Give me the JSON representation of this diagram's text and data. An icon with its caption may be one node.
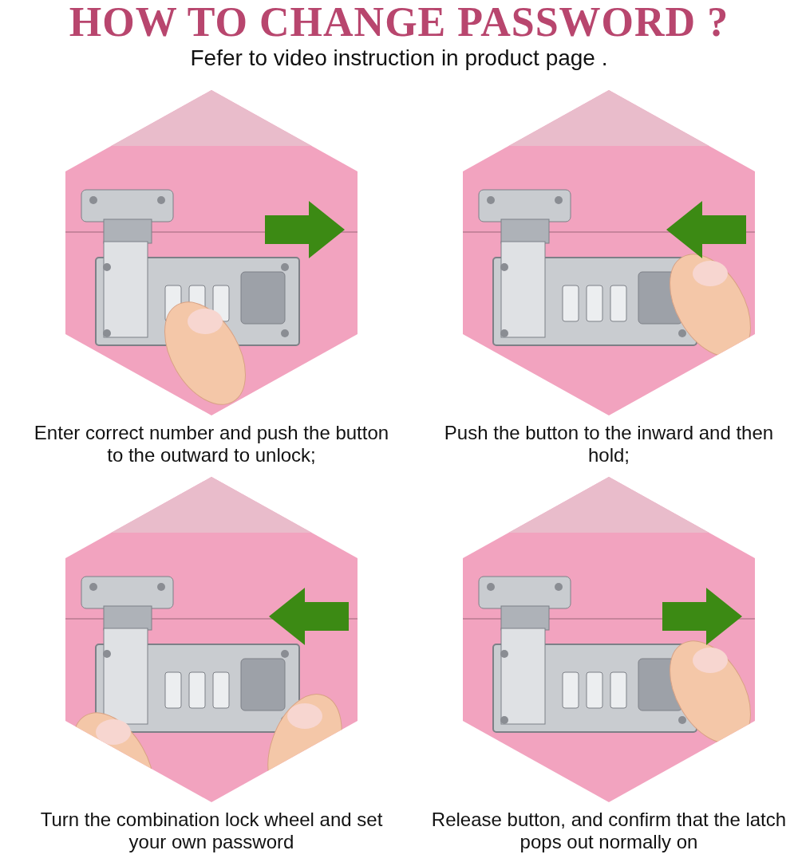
{
  "diagram": {
    "title": "HOW TO CHANGE PASSWORD ?",
    "nodes": [
      {
        "text": [],
        "shape": "picture",
        "beside": [
          "Enter correct number and push the button to the outward to unlock;"
        ]
      },
      {
        "text": [],
        "shape": "picture",
        "beside": [
          "Push the button to the inward and then hold;"
        ]
      },
      {
        "text": [],
        "shape": "picture",
        "beside": [
          "Turn the combination lock wheel and set your own password"
        ]
      },
      {
        "text": [],
        "shape": "picture",
        "beside": [
          "Release button, and confirm that the latch pops out normally on"
        ]
      }
    ],
    "labels": [
      "Fefer to video instruction in product page ."
    ]
  }
}
